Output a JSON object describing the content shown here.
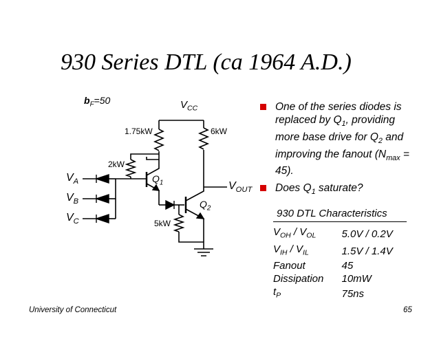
{
  "title": "930 Series DTL (ca 1964 A.D.)",
  "circuit": {
    "beta": {
      "main": "b",
      "sub": "F",
      "rest": "=50"
    },
    "vcc": {
      "main": "V",
      "sub": "CC"
    },
    "r1": "1.75kW",
    "r2": "6kW",
    "r3": "2kW",
    "r4": "5kW",
    "q1": {
      "main": "Q",
      "sub": "1"
    },
    "q2": {
      "main": "Q",
      "sub": "2"
    },
    "va": {
      "main": "V",
      "sub": "A"
    },
    "vb": {
      "main": "V",
      "sub": "B"
    },
    "vc": {
      "main": "V",
      "sub": "C"
    },
    "vout": {
      "main": "V",
      "sub": "OUT"
    }
  },
  "bullets": [
    {
      "pre": "One of the series diodes is replaced by Q",
      "sub": "1",
      "mid": ", providing more base drive for Q",
      "sub2": "2",
      "post": " and improving the fanout (N",
      "sub3": "max",
      "end": " = 45)."
    },
    {
      "text": "Does Q1 saturate?",
      "pre": "Does Q",
      "sub": "1",
      "post": " saturate?"
    }
  ],
  "characteristics": {
    "title": "930 DTL Characteristics",
    "rows": [
      {
        "label_a": "V",
        "sub_a": "OH",
        "sep": " / ",
        "label_b": "V",
        "sub_b": "OL",
        "value": "5.0V / 0.2V"
      },
      {
        "label_a": "V",
        "sub_a": "IH",
        "sep": " / ",
        "label_b": "V",
        "sub_b": "IL",
        "value": "1.5V / 1.4V"
      },
      {
        "label": "Fanout",
        "value": "45"
      },
      {
        "label": "Dissipation",
        "value": "10mW"
      },
      {
        "label_a": "t",
        "sub_a": "P",
        "value": "75ns"
      }
    ]
  },
  "footer": {
    "left": "University of Connecticut",
    "right": "65"
  },
  "colors": {
    "bullet": "#d50000"
  }
}
